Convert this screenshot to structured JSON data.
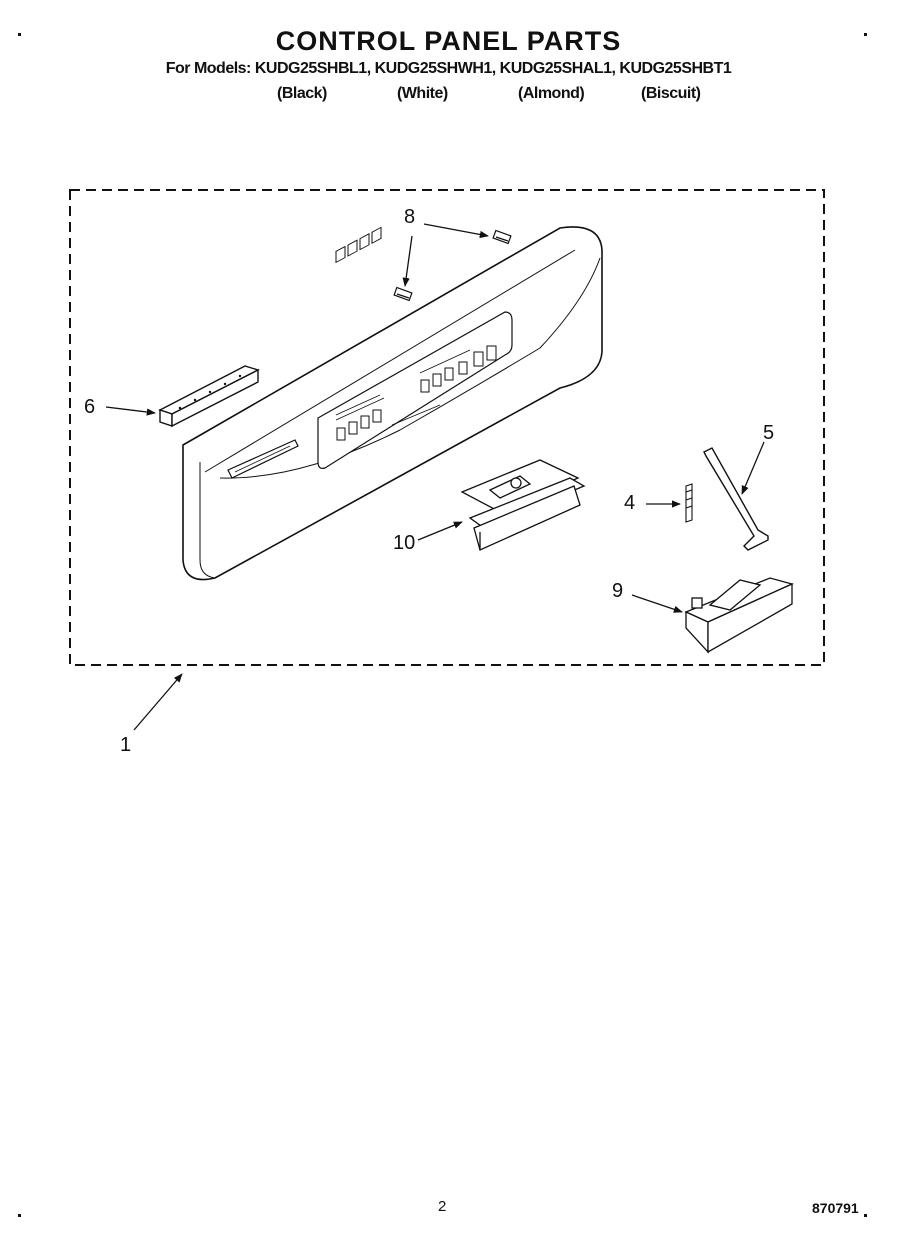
{
  "header": {
    "title": "CONTROL PANEL PARTS",
    "models_line": "For Models: KUDG25SHBL1, KUDG25SHWH1, KUDG25SHAL1, KUDG25SHBT1",
    "colors": [
      "(Black)",
      "(White)",
      "(Almond)",
      "(Biscuit)"
    ]
  },
  "callouts": [
    "1",
    "4",
    "5",
    "6",
    "8",
    "9",
    "10"
  ],
  "footer": {
    "page_number": "2",
    "document_number": "870791"
  }
}
